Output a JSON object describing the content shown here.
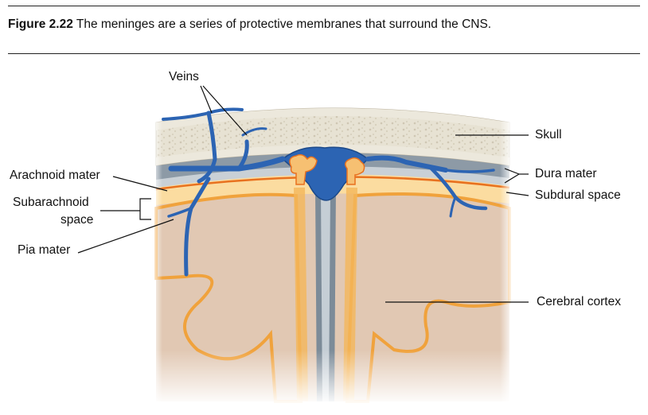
{
  "figure": {
    "number": "Figure 2.22",
    "caption": "The meninges are a series of protective membranes that surround the CNS."
  },
  "labels": {
    "veins": "Veins",
    "skull": "Skull",
    "arachnoid_mater": "Arachnoid mater",
    "dura_mater": "Dura mater",
    "subarachnoid_line1": "Subarachnoid",
    "subarachnoid_line2": "space",
    "subdural_space": "Subdural space",
    "pia_mater": "Pia mater",
    "cerebral_cortex": "Cerebral cortex"
  },
  "colors": {
    "skull": "#e7e2d3",
    "dura": "#8d9aa6",
    "subdural": "#c9d0d6",
    "arachnoid": "#f3a64a",
    "pia": "#e8711f",
    "subarachnoid": "#fbdca0",
    "brain": "#e1c8b3",
    "vein": "#2c64b3"
  }
}
